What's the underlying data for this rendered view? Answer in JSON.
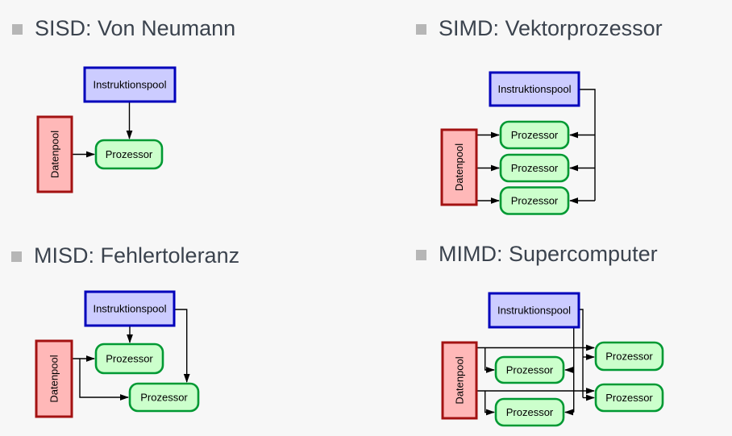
{
  "colors": {
    "background": "#f7f7f7",
    "title_text": "#3b434e",
    "bullet": "#b6b6b6",
    "instruction_pool_fill": "#ccccff",
    "instruction_pool_border": "#0000bb",
    "data_pool_fill": "#ffb8b8",
    "data_pool_border": "#a31212",
    "processor_fill": "#ccffcc",
    "processor_border": "#009933",
    "wire": "#000000"
  },
  "diagrams": [
    {
      "id": "sisd",
      "title": "SISD: Von Neumann",
      "instruction_pool": "Instruktionspool",
      "data_pool": "Datenpool",
      "processors": [
        "Prozessor"
      ]
    },
    {
      "id": "simd",
      "title": "SIMD: Vektorprozessor",
      "instruction_pool": "Instruktionspool",
      "data_pool": "Datenpool",
      "processors": [
        "Prozessor",
        "Prozessor",
        "Prozessor"
      ]
    },
    {
      "id": "misd",
      "title": "MISD: Fehlertoleranz",
      "instruction_pool": "Instruktionspool",
      "data_pool": "Datenpool",
      "processors": [
        "Prozessor",
        "Prozessor"
      ]
    },
    {
      "id": "mimd",
      "title": "MIMD: Supercomputer",
      "instruction_pool": "Instruktionspool",
      "data_pool": "Datenpool",
      "processors": [
        "Prozessor",
        "Prozessor",
        "Prozessor",
        "Prozessor"
      ]
    }
  ]
}
